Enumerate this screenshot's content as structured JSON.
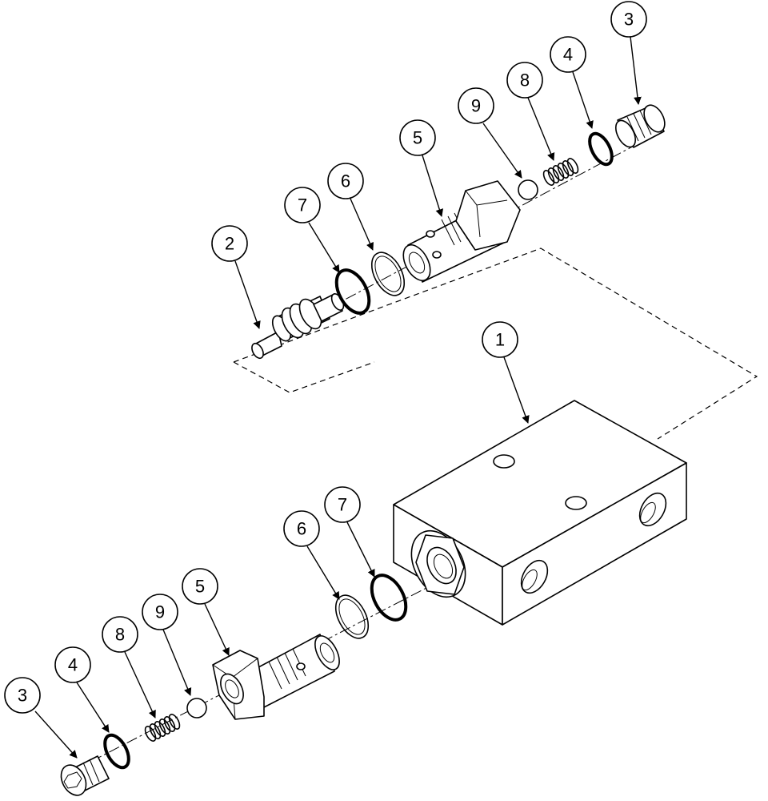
{
  "callouts": {
    "c1": "1",
    "c2": "2",
    "c3_top": "3",
    "c4_top": "4",
    "c5_top": "5",
    "c6_top": "6",
    "c7_top": "7",
    "c8_top": "8",
    "c9_top": "9",
    "c3_bot": "3",
    "c4_bot": "4",
    "c5_bot": "5",
    "c6_bot": "6",
    "c7_bot": "7",
    "c8_bot": "8",
    "c9_bot": "9"
  }
}
